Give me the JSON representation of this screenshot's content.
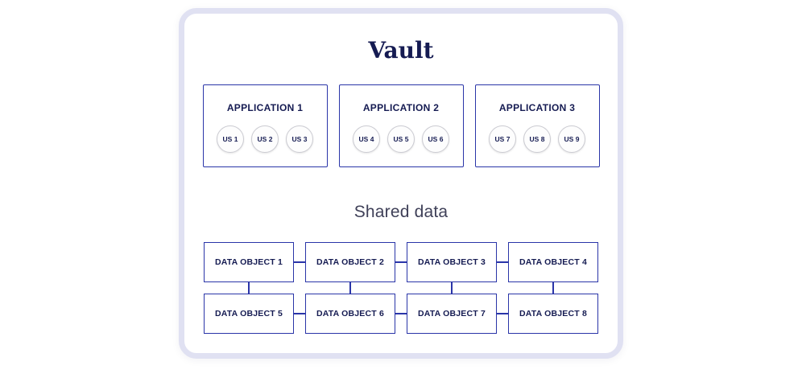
{
  "title": "Vault",
  "shared_data_label": "Shared data",
  "applications": [
    {
      "label": "APPLICATION 1",
      "users": [
        "US 1",
        "US 2",
        "US 3"
      ]
    },
    {
      "label": "APPLICATION 2",
      "users": [
        "US 4",
        "US 5",
        "US 6"
      ]
    },
    {
      "label": "APPLICATION 3",
      "users": [
        "US 7",
        "US 8",
        "US 9"
      ]
    }
  ],
  "data_objects": [
    "DATA OBJECT 1",
    "DATA OBJECT 2",
    "DATA OBJECT 3",
    "DATA OBJECT 4",
    "DATA OBJECT 5",
    "DATA OBJECT 6",
    "DATA OBJECT 7",
    "DATA OBJECT 8"
  ],
  "colors": {
    "brand_blue": "#2a35a8",
    "text_navy": "#151b52",
    "card_border": "#e0e1f2",
    "shared_text": "#3f4058",
    "circle_border": "#cbcbd2"
  }
}
